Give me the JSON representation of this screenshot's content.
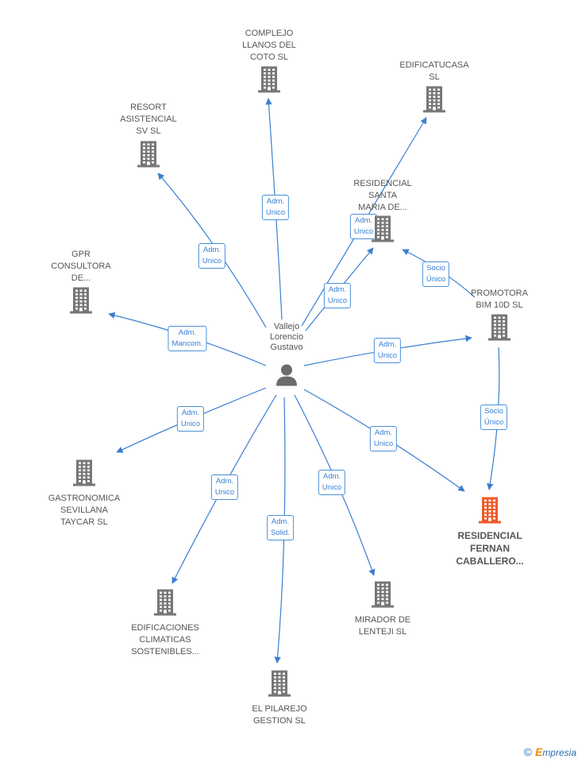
{
  "center": {
    "name": "Vallejo\nLorencio\nGustavo"
  },
  "colors": {
    "edge": "#3a7fd0",
    "building": "#777777",
    "highlight": "#ee5a2a"
  },
  "nodes": [
    {
      "id": "complejo",
      "name": "COMPLEJO\nLLANOS DEL\nCOTO SL"
    },
    {
      "id": "edificatucasa",
      "name": "EDIFICATUCASA\nSL"
    },
    {
      "id": "resort",
      "name": "RESORT\nASISTENCIAL\nSV  SL"
    },
    {
      "id": "residencial_santa",
      "name": "RESIDENCIAL\nSANTA\nMARIA DE..."
    },
    {
      "id": "gpr",
      "name": "GPR\nCONSULTORA\nDE..."
    },
    {
      "id": "promotora",
      "name": "PROMOTORA\nBIM 10D  SL"
    },
    {
      "id": "gastronomica",
      "name": "GASTRONOMICA\nSEVILLANA\nTAYCAR  SL"
    },
    {
      "id": "residencial_fernan",
      "name": "RESIDENCIAL\nFERNAN\nCABALLERO...",
      "highlight": true
    },
    {
      "id": "edificaciones",
      "name": "EDIFICACIONES\nCLIMATICAS\nSOSTENIBLES..."
    },
    {
      "id": "mirador",
      "name": "MIRADOR DE\nLENTEJI SL"
    },
    {
      "id": "pilarejo",
      "name": "EL PILAREJO\nGESTION SL"
    }
  ],
  "edges": [
    {
      "from": "center",
      "to": "complejo",
      "label": "Adm.\nUnico"
    },
    {
      "from": "center",
      "to": "edificatucasa",
      "label": "Adm.\nUnico"
    },
    {
      "from": "center",
      "to": "resort",
      "label": "Adm.\nUnico"
    },
    {
      "from": "center",
      "to": "residencial_santa",
      "label": "Adm.\nUnico"
    },
    {
      "from": "center",
      "to": "gpr",
      "label": "Adm.\nMancom."
    },
    {
      "from": "center",
      "to": "promotora",
      "label": "Adm.\nUnico"
    },
    {
      "from": "promotora",
      "to": "residencial_santa",
      "label": "Socio\nÚnico"
    },
    {
      "from": "promotora",
      "to": "residencial_fernan",
      "label": "Socio\nÚnico"
    },
    {
      "from": "center",
      "to": "gastronomica",
      "label": "Adm.\nUnico"
    },
    {
      "from": "center",
      "to": "residencial_fernan",
      "label": "Adm.\nUnico"
    },
    {
      "from": "center",
      "to": "edificaciones",
      "label": "Adm.\nUnico"
    },
    {
      "from": "center",
      "to": "mirador",
      "label": "Adm.\nUnico"
    },
    {
      "from": "center",
      "to": "pilarejo",
      "label": "Adm.\nSolid."
    }
  ],
  "brand": {
    "copyright": "©",
    "name_first": "E",
    "name_rest": "mpresia"
  }
}
